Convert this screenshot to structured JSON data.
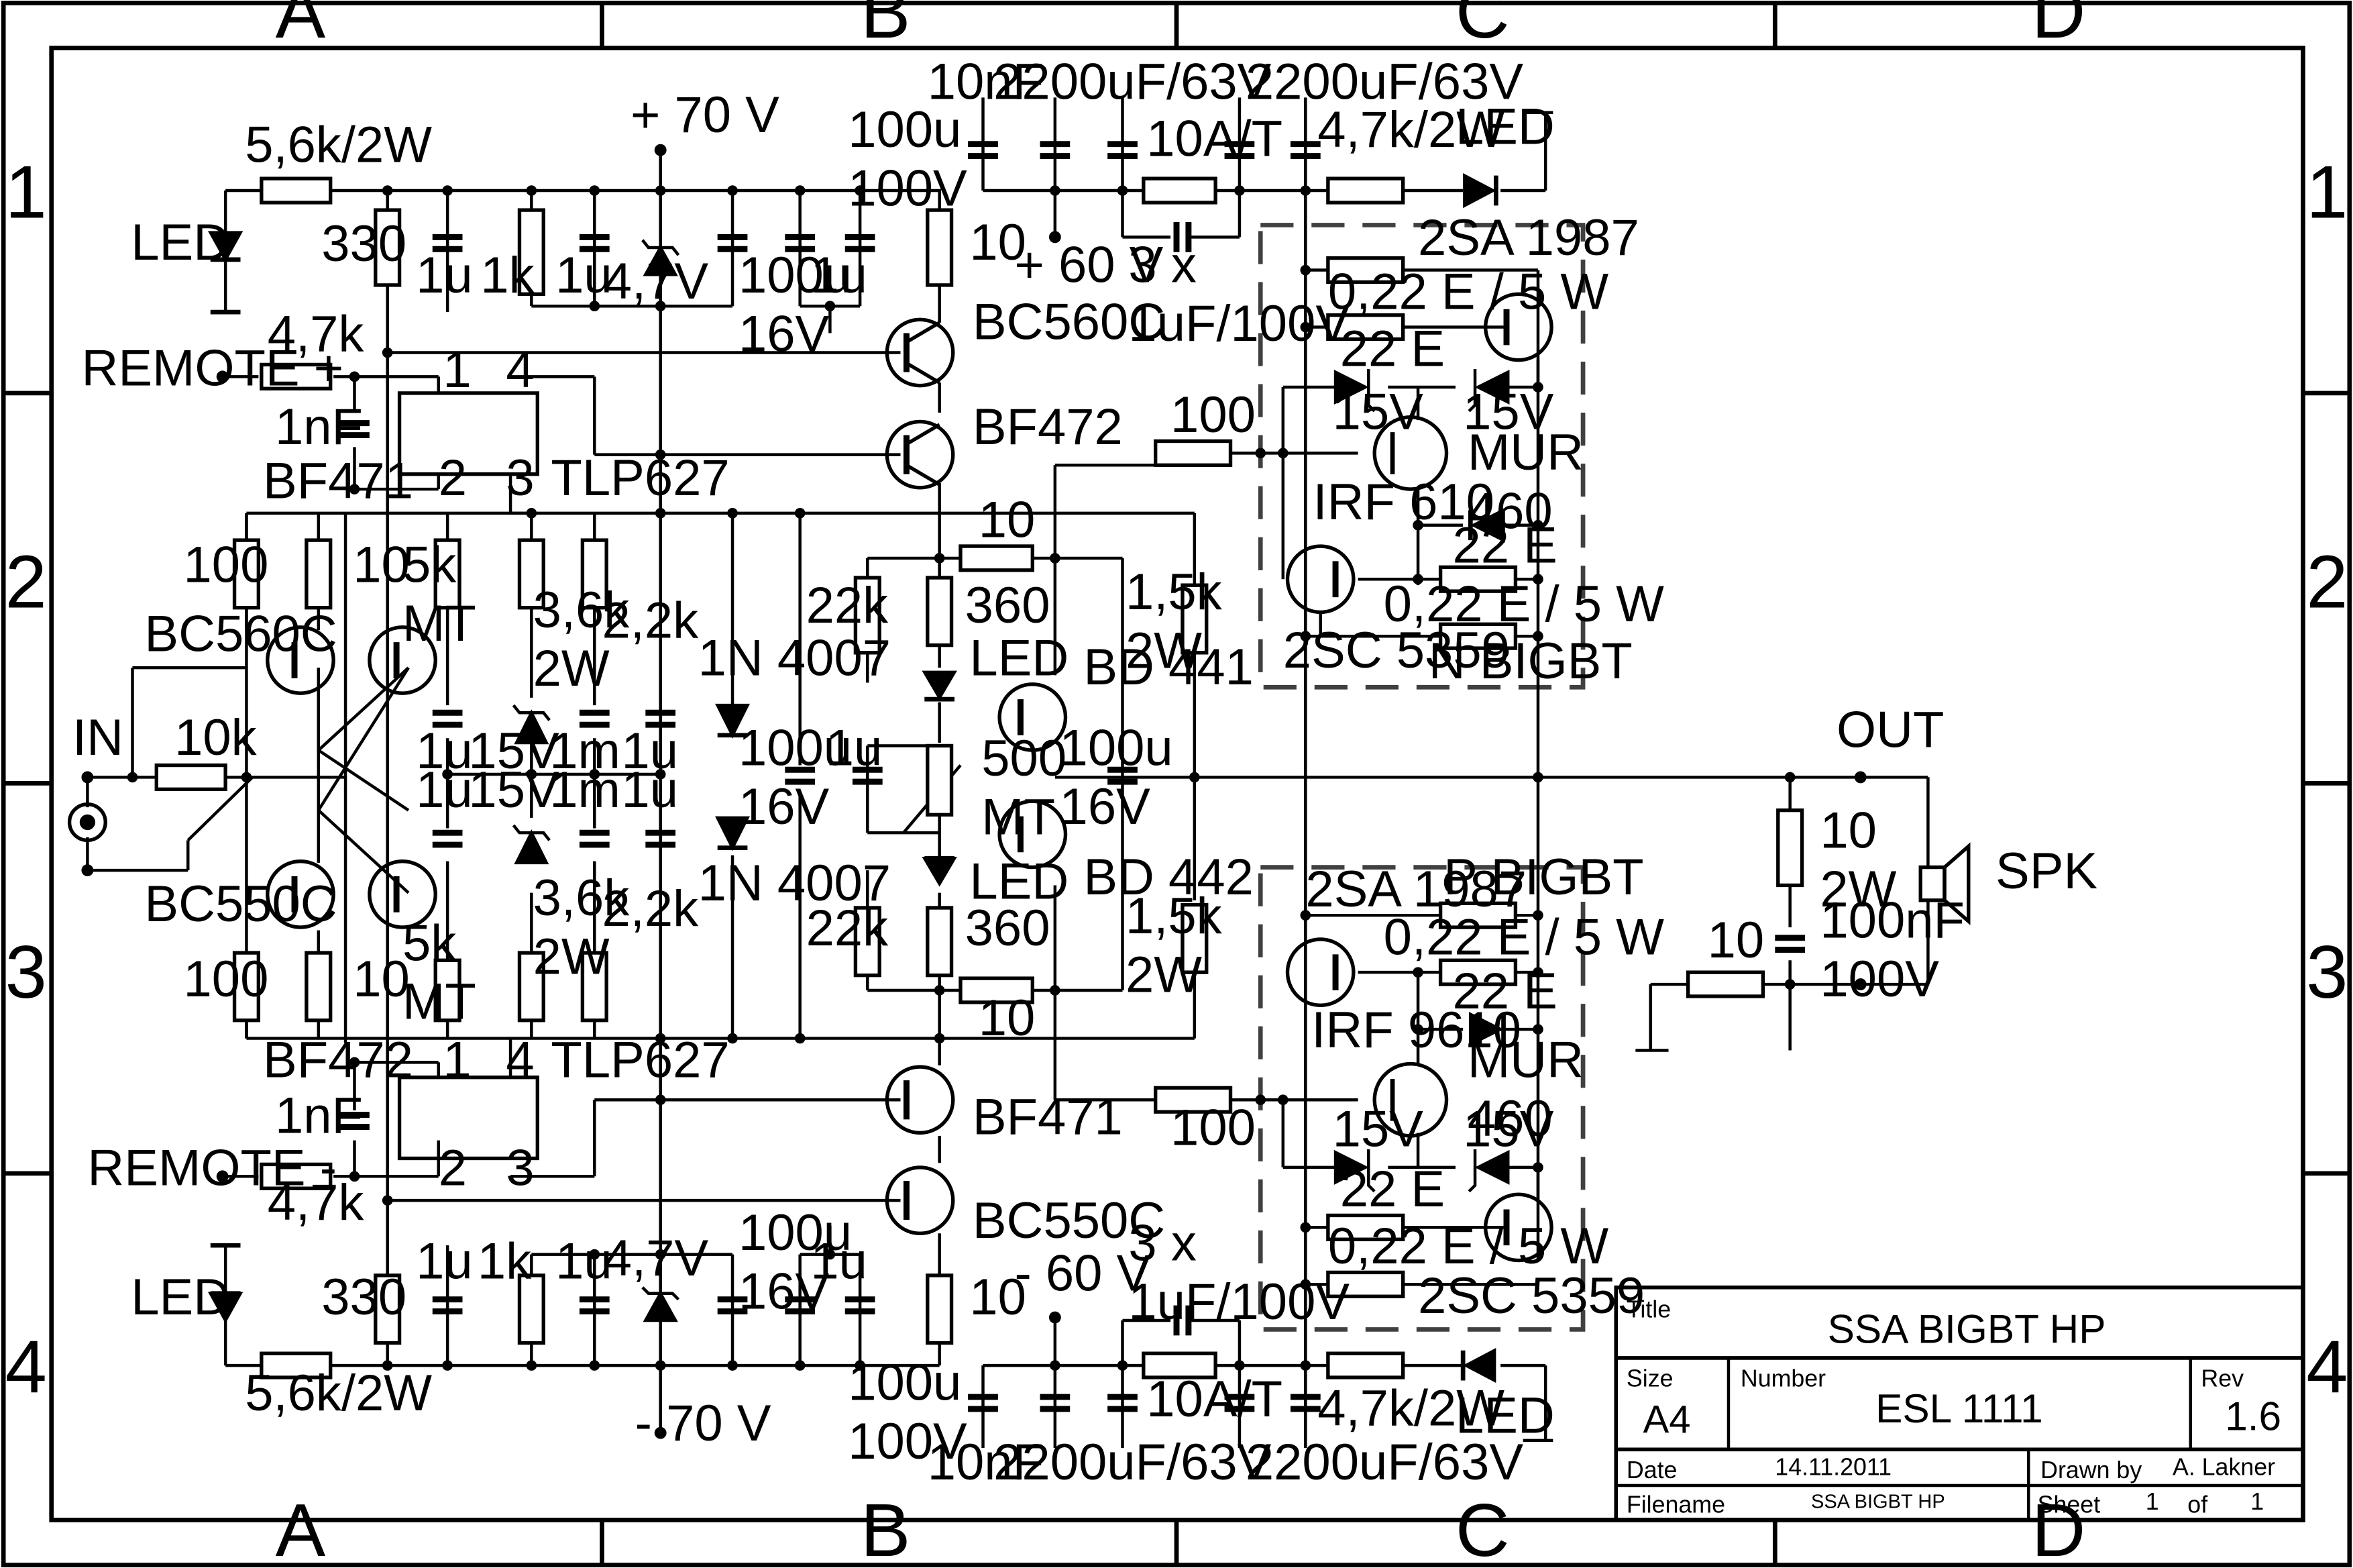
{
  "zones": {
    "columns": [
      "A",
      "B",
      "C",
      "D"
    ],
    "rows": [
      "1",
      "2",
      "3",
      "4"
    ]
  },
  "title_block": {
    "title_caption": "Title",
    "title": "SSA BIGBT HP",
    "size_caption": "Size",
    "size": "A4",
    "number_caption": "Number",
    "number": "ESL 1111",
    "rev_caption": "Rev",
    "rev": "1.6",
    "date_caption": "Date",
    "date": "14.11.2011",
    "drawn_caption": "Drawn by",
    "drawn_by": "A. Lakner",
    "filename_caption": "Filename",
    "filename": "SSA BIGBT HP",
    "sheet_caption": "Sheet",
    "sheet": "1",
    "of_caption": "of",
    "sheets": "1"
  },
  "labels": {
    "r_led_top": "5,6k/2W",
    "led_top": "LED",
    "r330_top": "330",
    "c1u_a": "1u",
    "r1k_top": "1k",
    "c1u_b": "1u",
    "z47_top": "4,7V",
    "plus70": "+ 70 V",
    "c100u16_top": "100u\n16V",
    "c1u_c": "1u",
    "c100u100_top": "100u\n100V",
    "r10_top": "10",
    "q_bc560c_top": "BC560C",
    "q_bf472_top": "BF472",
    "remote_plus": "REMOTE +",
    "r47k_top": "4,7k",
    "c1nf_top": "1nF",
    "bf471_left": "BF471",
    "opto_pin1_top": "1",
    "opto_pin2_top": "2",
    "opto_pin3_top": "3",
    "opto_pin4_top": "4",
    "tlp627_top": "TLP627",
    "r100_left_top": "100",
    "q_bc560c_left": "BC560C",
    "r10_left_top": "10",
    "pot5k_top": "5k\nMT",
    "r36k_top": "3,6k\n2W",
    "r22k_top": "2,2k",
    "d1n4007_top": "1N 4007",
    "c1u_mid1": "1u",
    "z15_top": "15V",
    "c1m_top": "1m",
    "c1u_mid2": "1u",
    "c1u_mid3": "1u",
    "z15_bot": "15V",
    "c1m_bot": "1m",
    "c1u_mid4": "1u",
    "in": "IN",
    "r10k_in": "10k",
    "q_bc550c_left": "BC550C",
    "r100_left_bot": "100",
    "r10_left_bot": "10",
    "pot5k_bot": "5k\nMT",
    "r36k_bot": "3,6k\n2W",
    "r22k_bot": "2,2k",
    "d1n4007_bot": "1N 4007",
    "c100u16_mid": "100u\n16V",
    "r22k_drv_top": "22k",
    "r360_top": "360",
    "led_drv_top": "LED",
    "r10_drv_top": "10",
    "c1u_drv": "1u",
    "pot500": "500\nMT",
    "led_drv_bot": "LED",
    "r22k_drv_bot": "22k",
    "r360_bot": "360",
    "r10_drv_bot": "10",
    "bd441": "BD 441",
    "bd442": "BD 442",
    "r15k_top": "1,5k\n2W",
    "r15k_bot": "1,5k\n2W",
    "c100u16_mid2": "100u\n16V",
    "bf472_left_bot": "BF472",
    "opto_pin1_bot": "1",
    "opto_pin2_bot": "2",
    "opto_pin3_bot": "3",
    "opto_pin4_bot": "4",
    "tlp627_bot": "TLP627",
    "c1nf_bot": "1nF",
    "remote_minus": "REMOTE -",
    "r47k_bot": "4,7k",
    "q_bf471_bot": "BF471",
    "q_bc550c_bot": "BC550C",
    "led_bot": "LED",
    "r330_bot": "330",
    "c1u_d": "1u",
    "r1k_bot": "1k",
    "c1u_e": "1u",
    "z47_bot": "4,7V",
    "minus70": "- 70 V",
    "c100u16_bot": "100u\n16V",
    "c1u_f": "1u",
    "c100u100_bot": "100u\n100V",
    "r10_bot": "10",
    "r_led_bot": "5,6k/2W",
    "c10nf_top": "10nF",
    "c2200_a_top": "2200uF/63V",
    "c2200_b_top": "2200uF/63V",
    "fuse_top": "10A/T",
    "plus60": "+ 60 V",
    "c3x_top": "3 x\n1uF/100V",
    "r47k2w_top": "4,7k/2W",
    "led_rail_top": "LED",
    "c10nf_bot": "10nF",
    "c2200_a_bot": "2200uF/63V",
    "c2200_b_bot": "2200uF/63V",
    "fuse_bot": "10A/T",
    "minus60": "- 60 V",
    "c3x_bot": "3 x\n1uF/100V",
    "r47k2w_bot": "4,7k/2W",
    "led_rail_bot": "LED",
    "q_2sa1987_top": "2SA 1987",
    "r022_top1": "0,22 E / 5 W",
    "r22e_top1": "22 E",
    "z15_out1": "15V",
    "z15_out2": "15V",
    "r100_top": "100",
    "mur460_top": "MUR\n460",
    "irf610": "IRF 610",
    "r22e_top2": "22 E",
    "r022_top2": "0,22 E / 5 W",
    "q_2sc5359_top": "2SC 5359",
    "n_bigbt": "N BIGBT",
    "q_2sa1987_bot": "2SA 1987",
    "p_bigbt": "P BIGBT",
    "r022_bot1": "0,22 E / 5 W",
    "r22e_bot1": "22 E",
    "irf9610": "IRF 9610",
    "mur460_bot": "MUR\n460",
    "r100_bot": "100",
    "z15_out3": "15V",
    "z15_out4": "15V",
    "r22e_bot2": "22 E",
    "r022_bot2": "0,22 E / 5 W",
    "q_2sc5359_bot": "2SC 5359",
    "out": "OUT",
    "r10_2w": "10\n2W",
    "c100nf": "100nF\n100V",
    "r10_out": "10",
    "spk": "SPK"
  }
}
